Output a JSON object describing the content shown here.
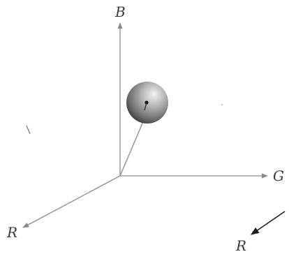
{
  "axes": {
    "b_label": "B",
    "g_label": "G",
    "r_label": "R"
  },
  "callout": {
    "label": "R"
  },
  "colors": {
    "axis": "#8a8a8a",
    "sphere_highlight": "#f2f2f2",
    "sphere_shadow": "#2f2f2f",
    "label": "#3a3a3a"
  }
}
